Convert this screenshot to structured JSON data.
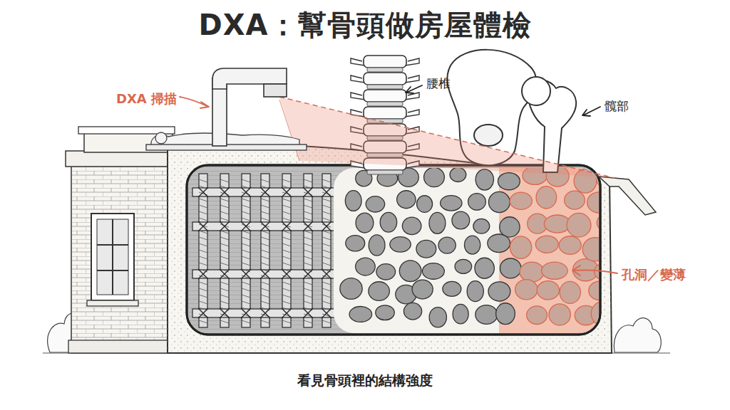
{
  "diagram": {
    "title": "DXA：幫骨頭做房屋體檢",
    "caption": "看見骨頭裡的結構強度",
    "labels": [
      "DXA 掃描",
      "腰椎",
      "髖部",
      "孔洞／變薄"
    ]
  }
}
